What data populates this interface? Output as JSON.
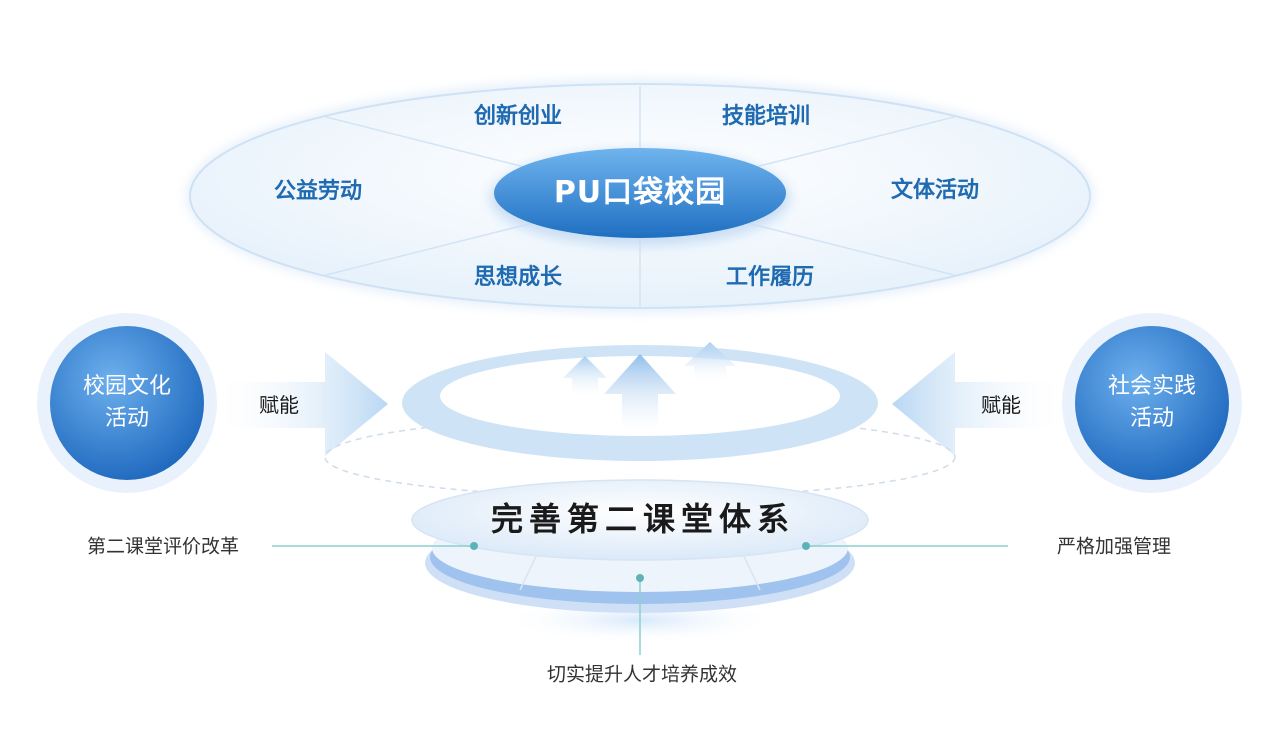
{
  "top_ellipse": {
    "center": "PU口袋校园",
    "segments": {
      "top_left": "创新创业",
      "top_right": "技能培训",
      "left": "公益劳动",
      "right": "文体活动",
      "bottom_left": "思想成长",
      "bottom_right": "工作履历"
    }
  },
  "left_circle": {
    "line1": "校园文化",
    "line2": "活动"
  },
  "right_circle": {
    "line1": "社会实践",
    "line2": "活动"
  },
  "left_arrow_label": "赋能",
  "right_arrow_label": "赋能",
  "base_title": "完善第二课堂体系",
  "notes": {
    "left": "第二课堂评价改革",
    "right": "严格加强管理",
    "bottom": "切实提升人才培养成效"
  },
  "colors": {
    "primary": "#2f7fd0",
    "primary_light": "#8fc3f0",
    "ellipse_fill": "#f2f8fd",
    "accent_dot": "#5fb3b8"
  }
}
